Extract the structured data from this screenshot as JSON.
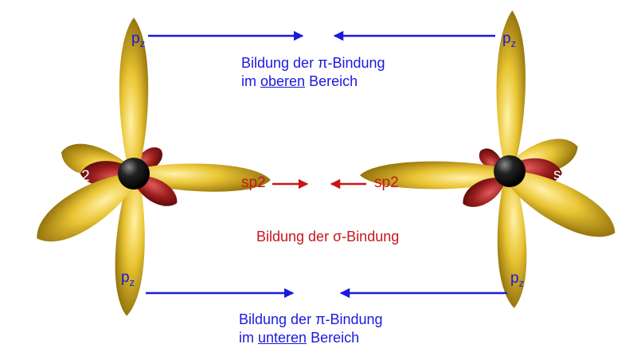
{
  "labels": {
    "pz_main": "p",
    "pz_sub": "z",
    "sp2": "sp2"
  },
  "pi_top": {
    "line1_a": "Bildung der ",
    "line1_symbol": "π",
    "line1_b": "-Bindung",
    "line2_a": "im ",
    "line2_emph": "oberen",
    "line2_b": " Bereich"
  },
  "sigma": {
    "a": "Bildung der ",
    "symbol": "σ",
    "b": "-Bindung"
  },
  "pi_bottom": {
    "line1_a": "Bildung der ",
    "line1_symbol": "π",
    "line1_b": "-Bindung",
    "line2_a": "im ",
    "line2_emph": "unteren",
    "line2_b": " Bereich"
  },
  "colors": {
    "blue": "#1a1adf",
    "red": "#c8161b",
    "lobe_yellow": "#e7c12c",
    "lobe_red": "#8c1a1a",
    "nucleus": "#111111"
  }
}
